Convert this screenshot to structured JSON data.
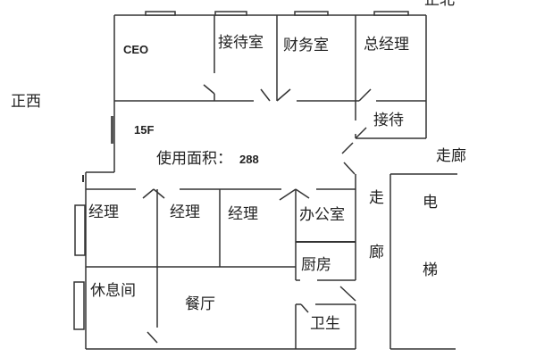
{
  "compass": {
    "north": "正北",
    "west": "正西"
  },
  "floor": "15F",
  "area": {
    "label": "使用面积：",
    "value": "288"
  },
  "rooms": {
    "ceo": "CEO",
    "reception_room": "接待室",
    "finance": "财务室",
    "general_manager": "总经理",
    "reception": "接待",
    "manager_1": "经理",
    "manager_2": "经理",
    "manager_3": "经理",
    "office": "办公室",
    "kitchen": "厨房",
    "lounge": "休息间",
    "dining": "餐厅",
    "restroom": "卫生"
  },
  "corridor_top": "走廊",
  "corridor_vertical": [
    "走",
    "廊"
  ],
  "elevator": [
    "电",
    "梯"
  ]
}
